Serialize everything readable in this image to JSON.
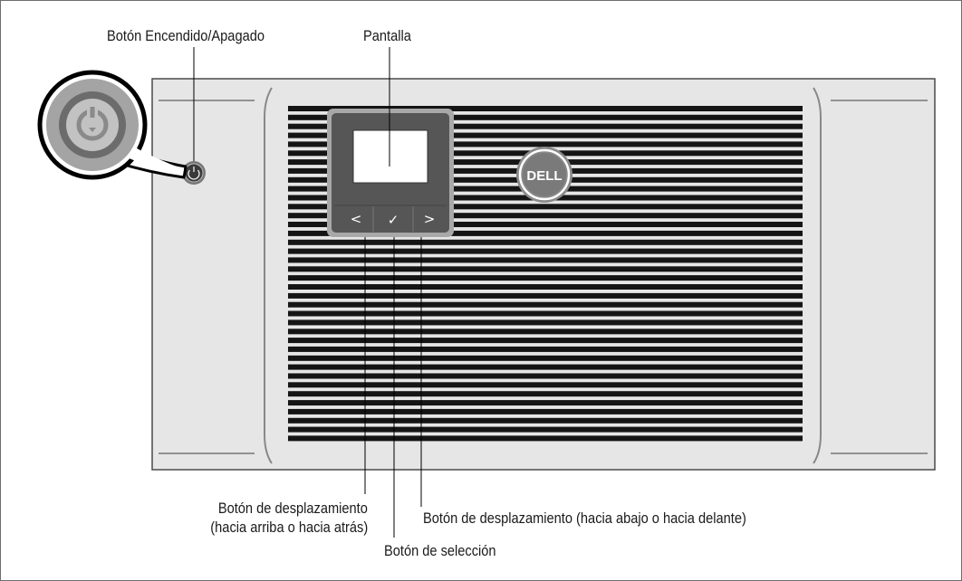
{
  "labels": {
    "power_button": "Botón Encendido/Apagado",
    "display": "Pantalla",
    "scroll_up_line1": "Botón de desplazamiento",
    "scroll_up_line2": "(hacia arriba o hacia atrás)",
    "scroll_down": "Botón de desplazamiento (hacia abajo o hacia delante)",
    "select": "Botón de selección"
  },
  "panel_buttons": {
    "left": "<",
    "select": "✓",
    "right": ">"
  },
  "logo": {
    "brand": "DELL"
  },
  "colors": {
    "panel_bg": "#e6e6e6",
    "panel_border": "#4a4a4a",
    "grille": "#151515",
    "control_dark": "#555555",
    "control_frame": "#a8a8a8"
  }
}
